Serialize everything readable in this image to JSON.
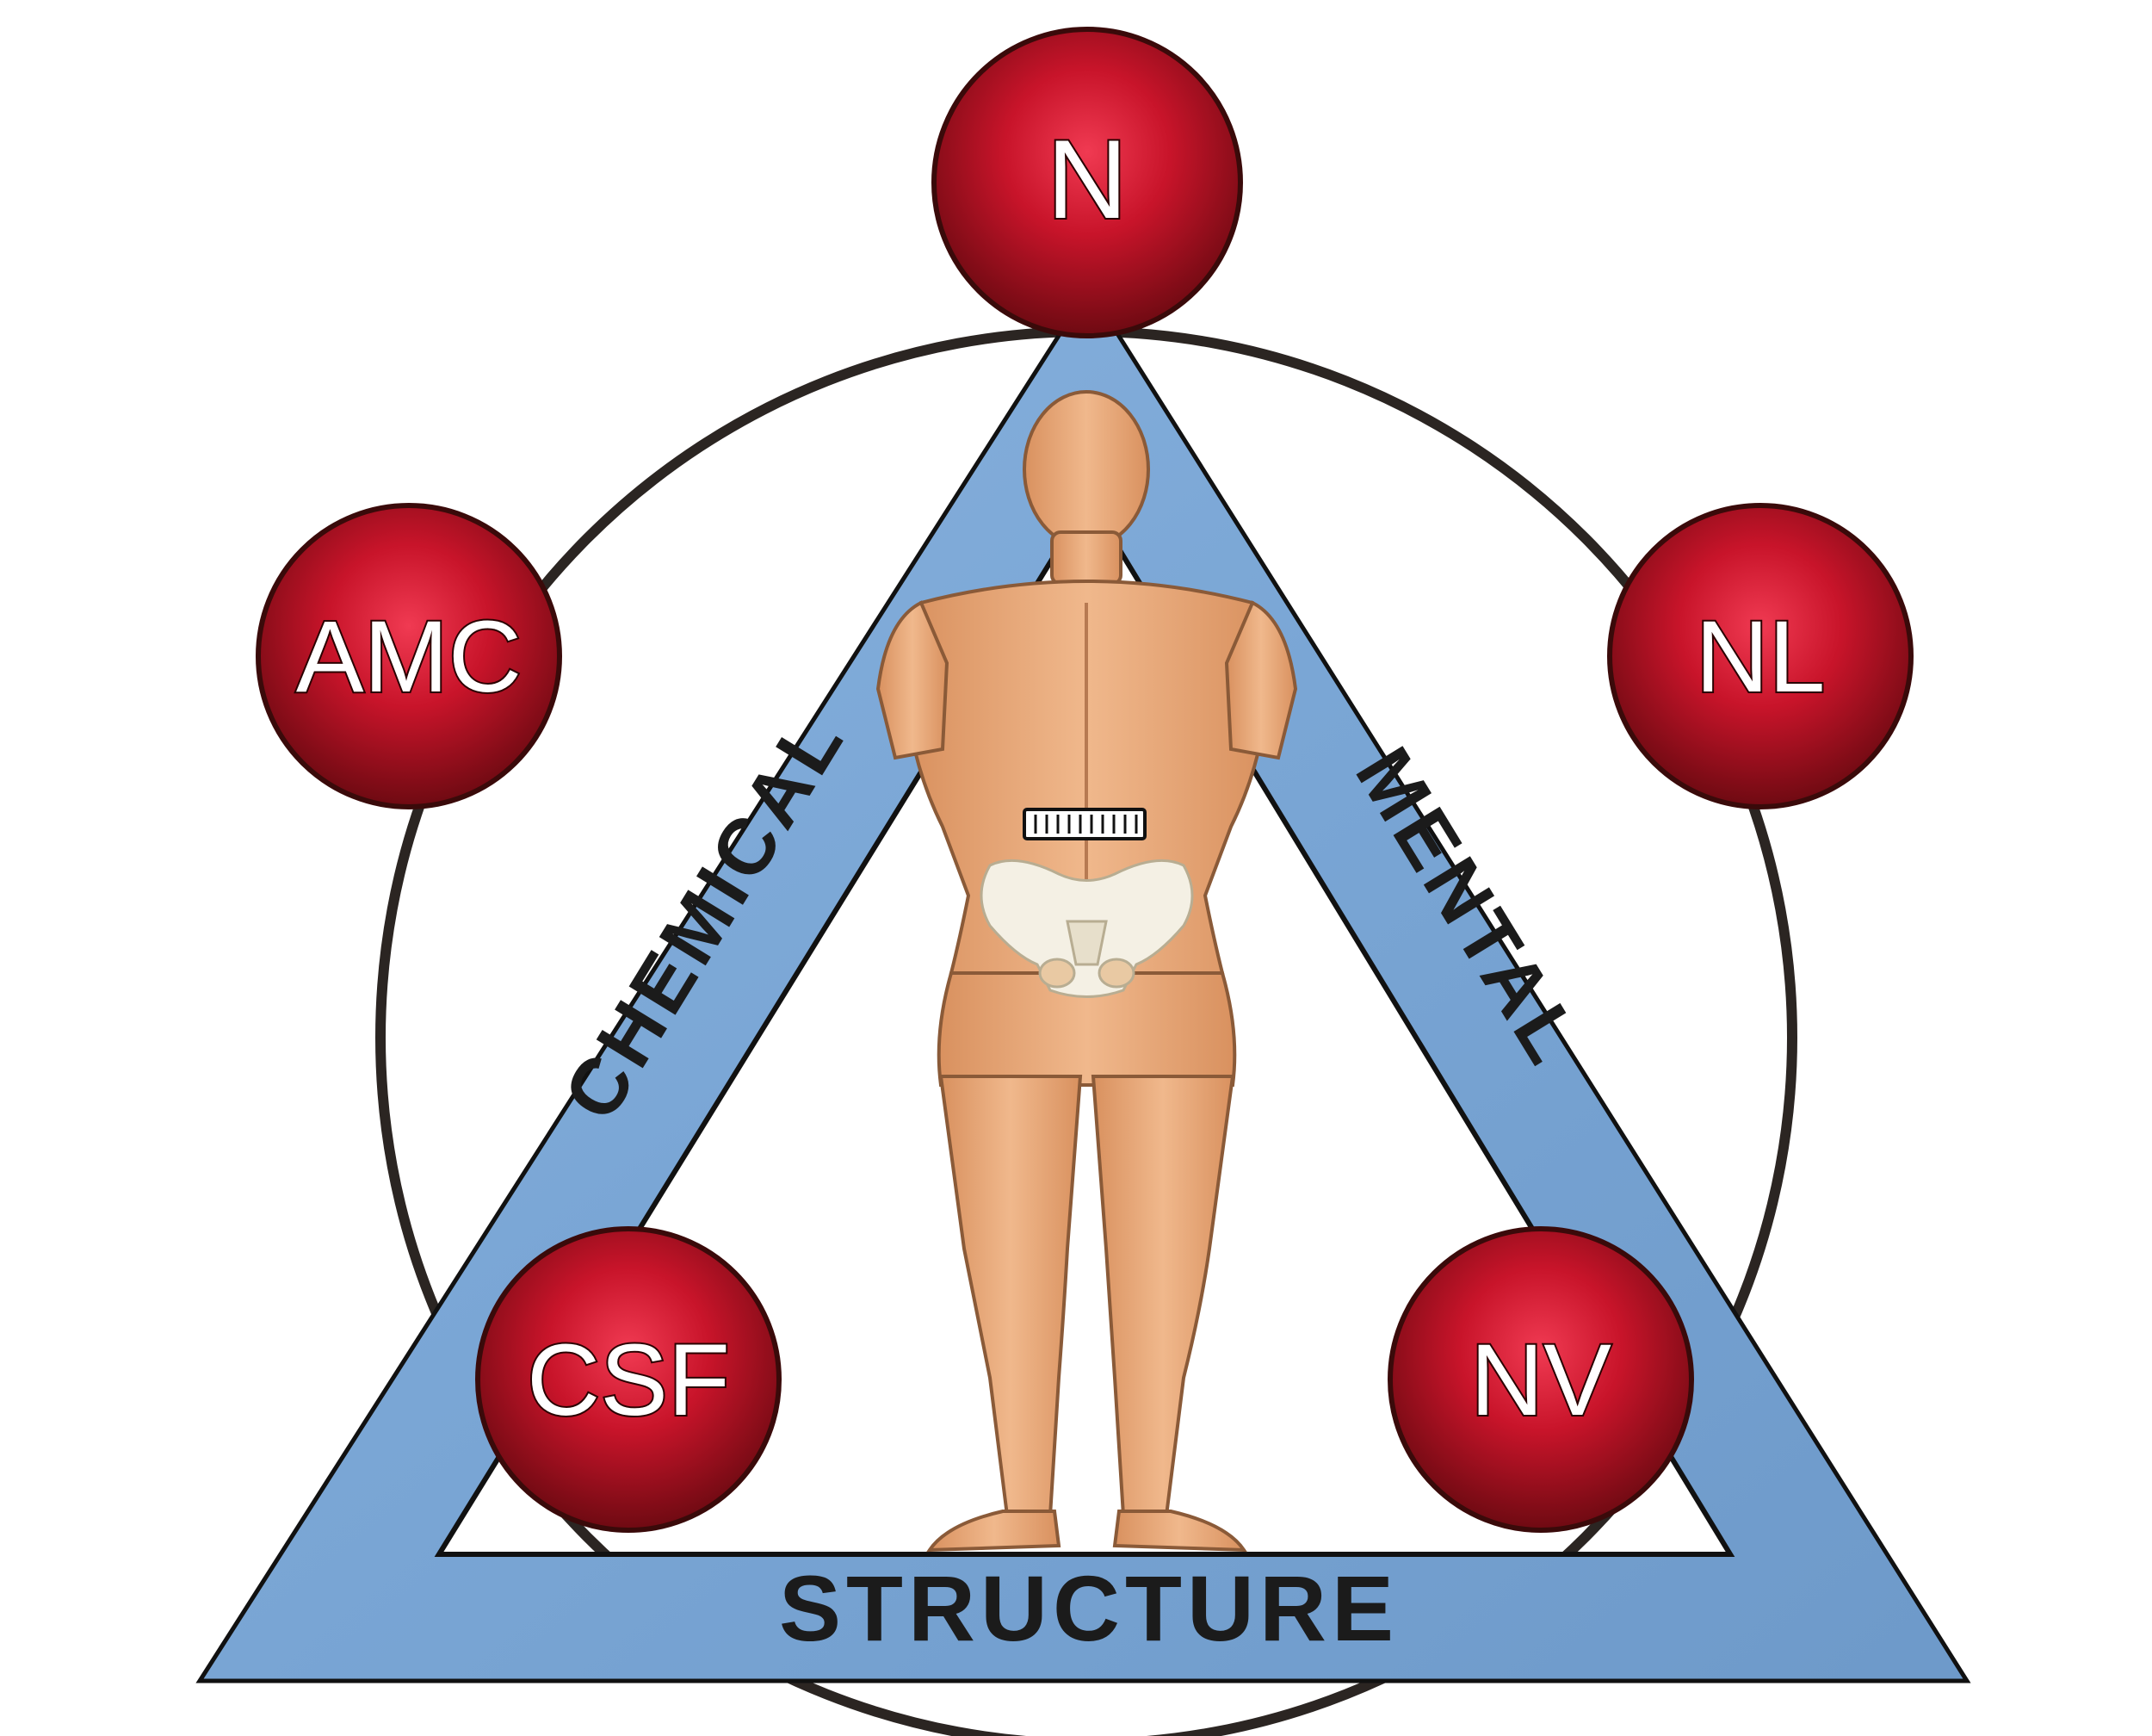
{
  "diagram": {
    "sides": {
      "left": "CHEMICAL",
      "right": "MENTAL",
      "bottom": "STRUCTURE"
    },
    "nodes": {
      "top": "N",
      "upper_left": "AMC",
      "upper_right": "NL",
      "lower_left": "CSF",
      "lower_right": "NV"
    },
    "colors": {
      "triangle_fill": "#7ba7d6",
      "triangle_stroke": "#111111",
      "circle_stroke": "#2b2522",
      "node_red": "#c8142a",
      "node_dark_red": "#6e0a12",
      "skin": "#e8a97c",
      "bone": "#f4f0e4"
    }
  }
}
